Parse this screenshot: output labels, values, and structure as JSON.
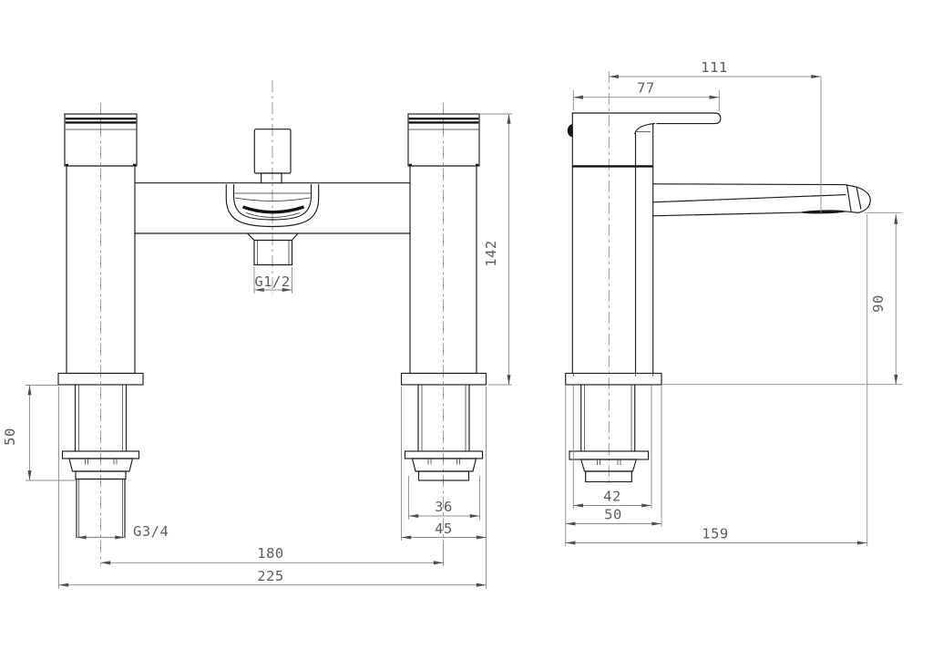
{
  "drawing": {
    "title": "bath-shower-mixer-technical-drawing",
    "colors": {
      "background": "#ffffff",
      "object_line": "#1b1b1b",
      "dimension_line": "#8c8c8c",
      "dimension_text": "#5d5d5d"
    },
    "dimensions": {
      "front": {
        "shower_outlet_thread": "G1/2",
        "inlet_thread": "G3/4",
        "height": "142",
        "shank_length": "50",
        "body_width": "36",
        "base_width": "45",
        "tap_centres": "180",
        "overall_width": "225"
      },
      "side": {
        "spout_reach": "111",
        "handle_length": "77",
        "spout_height": "90",
        "body_depth": "42",
        "base_depth": "50",
        "overall_projection": "159"
      }
    }
  }
}
